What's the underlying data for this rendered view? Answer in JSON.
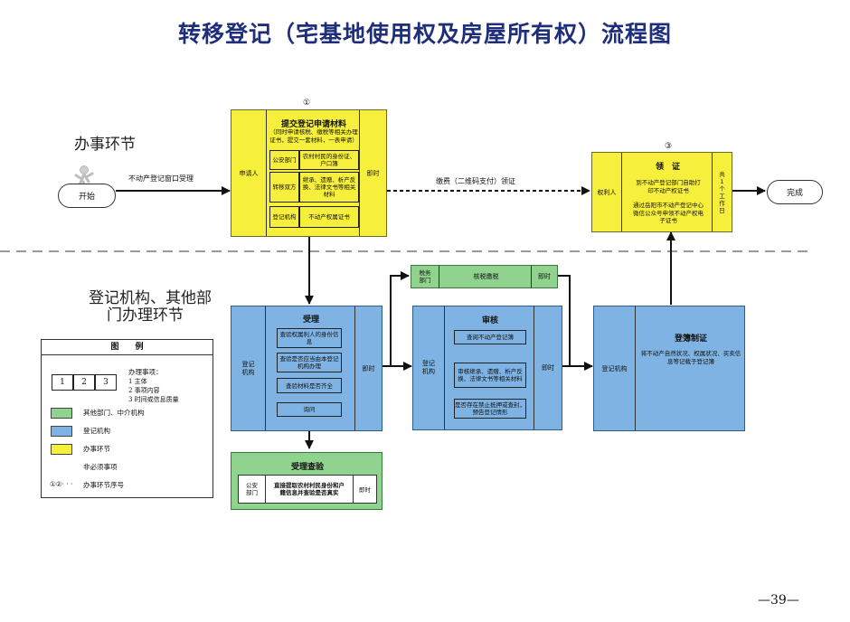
{
  "title": "转移登记（宅基地使用权及房屋所有权）流程图",
  "sections": {
    "banshi": "办事环节",
    "dengji_l1": "登记机构、其他部",
    "dengji_l2": "门办理环节"
  },
  "start": "开始",
  "finish": "完成",
  "arrow_window": "不动产登记窗口受理",
  "arrow_fee": "缴费（二维码支付）领证",
  "step1": {
    "num": "①",
    "subject": "申请人",
    "time": "即时",
    "header": "提交登记申请材料",
    "note": "（同时申请核税、缴税等相关办理证书，提交一套材料，一表申请）",
    "rows": [
      {
        "dept": "公安部门",
        "material": "农村村民的身份证、户口簿"
      },
      {
        "dept": "转移双方",
        "material": "继承、遗赠、析产反换、法律文书等相关材料"
      },
      {
        "dept": "登记机构",
        "material": "不动产权属证书"
      }
    ]
  },
  "step3": {
    "num": "③",
    "subject": "权利人",
    "header": "领　证",
    "line1": "到不动产登记部门自助打印不动产权证书",
    "line2": "通过岳阳市不动产登记中心微信公众号申领不动产权电子证书",
    "time": "共1个工作日"
  },
  "accept": {
    "subject": "登记机构",
    "time": "即时",
    "header": "受理",
    "items": [
      "查验权属利人的身份信息",
      "查验是否应当由本登记机构办理",
      "查验材料是否齐全",
      "询问"
    ]
  },
  "tax": {
    "subject": "税务部门",
    "content": "核税缴税",
    "time": "即时"
  },
  "audit": {
    "subject": "登记机构",
    "time": "即时",
    "header": "审核",
    "items": [
      "查阅不动产登记簿",
      "审核继承、遗赠、析产反换、法律文书等相关材料",
      "是否存在禁止抵押或查封，预告登记情形"
    ]
  },
  "register": {
    "subject": "登记机构",
    "header": "登簿制证",
    "content": "将不动产自然状况、权属状况、买卖信息等记载于登记簿"
  },
  "verify": {
    "subject": "公安部门",
    "time": "即时",
    "header": "受理查验",
    "content": "直接提取农村村民身份和户籍信息并查验是否真实"
  },
  "legend": {
    "title": "图　　例",
    "cells": [
      "1",
      "2",
      "3"
    ],
    "explain_title": "办理事项：",
    "explain": [
      "1 主体",
      "2 事项内容",
      "3 时间或信息质量"
    ],
    "items": [
      {
        "label": "其他部门、中介机构",
        "color": "#8fd38e"
      },
      {
        "label": "登记机构",
        "color": "#7fb3e3"
      },
      {
        "label": "办事环节",
        "color": "#f6ef3c"
      }
    ],
    "optional": "非必须事项",
    "seq_symbol": "①②· · ·",
    "seq": "办事环节序号"
  },
  "page_number": "—39—"
}
